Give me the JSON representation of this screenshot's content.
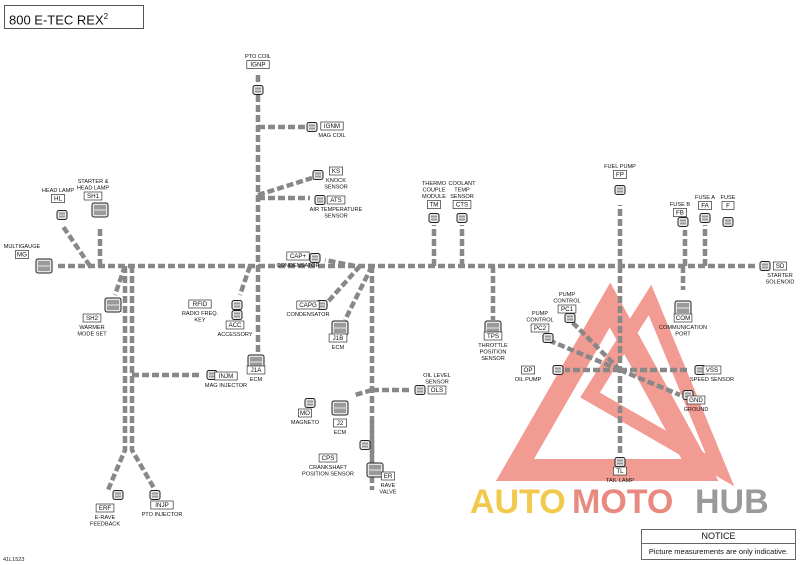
{
  "title": {
    "text": "800 E-TEC REX",
    "sup": "2"
  },
  "notice": {
    "heading": "NOTICE",
    "body": "Picture measurements are only indicative."
  },
  "reference": "41L1523",
  "watermark": {
    "auto": "AUTO",
    "moto": "MOTO",
    "hub": "HUB",
    "triangle_color": "#f08a80",
    "text_color_auto": "#f2c94c",
    "text_color_moto": "#e88a80",
    "text_color_hub": "#9a9a9a"
  },
  "components": [
    {
      "code": "IGNP",
      "lines": [
        "PTO COIL"
      ]
    },
    {
      "code": "IGNM",
      "lines": [
        "MAG COIL"
      ]
    },
    {
      "code": "KS",
      "lines": [
        "KNOCK",
        "SENSOR"
      ]
    },
    {
      "code": "ATS",
      "lines": [
        "AIR TEMPERATURE",
        "SENSOR"
      ]
    },
    {
      "code": "HL",
      "lines": [
        "HEAD LAMP"
      ]
    },
    {
      "code": "SH1",
      "lines": [
        "STARTER &",
        "HEAD LAMP"
      ]
    },
    {
      "code": "MG",
      "lines": [
        "MULTIGAUGE"
      ]
    },
    {
      "code": "TM",
      "lines": [
        "THERMO",
        "COUPLE",
        "MODULE"
      ]
    },
    {
      "code": "CTS",
      "lines": [
        "COOLANT",
        "TEMP",
        "SENSOR"
      ]
    },
    {
      "code": "FP",
      "lines": [
        "FUEL PUMP"
      ]
    },
    {
      "code": "FB",
      "lines": [
        "FUSE B"
      ]
    },
    {
      "code": "FA",
      "lines": [
        "FUSE A"
      ]
    },
    {
      "code": "F",
      "lines": [
        "FUSE"
      ]
    },
    {
      "code": "SD",
      "lines": [
        "STARTER",
        "SOLENOID"
      ]
    },
    {
      "code": "SH2",
      "lines": [
        "WARMER",
        "MODE SET"
      ]
    },
    {
      "code": "RFID",
      "lines": [
        "RADIO FREQ.",
        "KEY"
      ]
    },
    {
      "code": "ACC",
      "lines": [
        "ACCESSORY"
      ]
    },
    {
      "code": "CAP+",
      "lines": [
        "CONDENSATOR"
      ]
    },
    {
      "code": "CAPG",
      "lines": [
        "CONDENSATOR"
      ]
    },
    {
      "code": "J1B",
      "lines": [
        "ECM"
      ]
    },
    {
      "code": "J1A",
      "lines": [
        "ECM"
      ]
    },
    {
      "code": "INJM",
      "lines": [
        "MAG INJECTOR"
      ]
    },
    {
      "code": "TPS",
      "lines": [
        "THROTTLE",
        "POSITION",
        "SENSOR"
      ]
    },
    {
      "code": "PC1",
      "lines": [
        "PUMP",
        "CONTROL"
      ]
    },
    {
      "code": "PC2",
      "lines": [
        "PUMP",
        "CONTROL"
      ]
    },
    {
      "code": "COM",
      "lines": [
        "COMMUNICATION",
        "PORT"
      ]
    },
    {
      "code": "OP",
      "lines": [
        "OIL PUMP"
      ]
    },
    {
      "code": "VSS",
      "lines": [
        "SPEED SENSOR"
      ]
    },
    {
      "code": "GND",
      "lines": [
        "GROUND"
      ]
    },
    {
      "code": "OLS",
      "lines": [
        "OIL LEVEL",
        "SENSOR"
      ]
    },
    {
      "code": "MO",
      "lines": [
        "MAGNETO"
      ]
    },
    {
      "code": "J2",
      "lines": [
        "ECM"
      ]
    },
    {
      "code": "CPS",
      "lines": [
        "CRANKSHAFT",
        "POSITION SENSOR"
      ]
    },
    {
      "code": "ER",
      "lines": [
        "RAVE",
        "VALVE"
      ]
    },
    {
      "code": "TL",
      "lines": [
        "TAIL LAMP"
      ]
    },
    {
      "code": "ERF",
      "lines": [
        "E-RAVE",
        "FEEDBACK"
      ]
    },
    {
      "code": "INJP",
      "lines": [
        "PTO INJECTOR"
      ]
    }
  ]
}
